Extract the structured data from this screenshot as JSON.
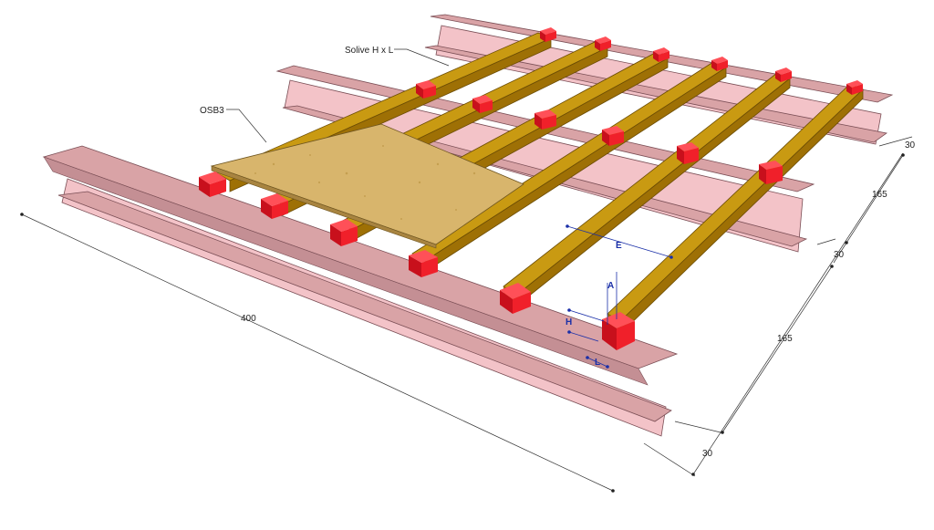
{
  "labels": {
    "solive": "Solive H x L",
    "osb": "OSB3",
    "length": "400",
    "flange_back": "30",
    "span_back": "165",
    "flange_mid": "30",
    "span_front": "165",
    "flange_front": "30",
    "spacing": "E",
    "height": "H",
    "width": "L",
    "support": "A"
  },
  "colors": {
    "beam_web": "#f3c3c8",
    "beam_flange": "#d9a3a6",
    "beam_outline": "#7a4e55",
    "joist_top": "#c99a12",
    "joist_side": "#9e7005",
    "block": "#f0202a",
    "osb": "#d8b56c",
    "dimension_blue": "#1a2fa8"
  }
}
